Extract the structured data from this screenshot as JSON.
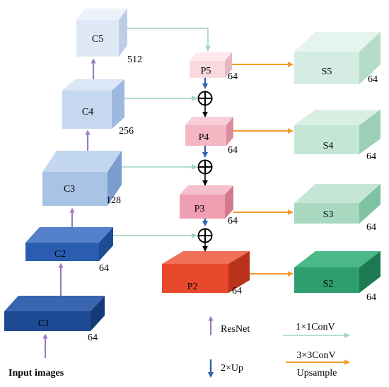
{
  "backbone": {
    "c1": {
      "label": "C1",
      "channels": "64",
      "color": "#1e4a94"
    },
    "c2": {
      "label": "C2",
      "channels": "64",
      "color": "#2a5db0"
    },
    "c3": {
      "label": "C3",
      "channels": "128",
      "color": "#a9c3e6"
    },
    "c4": {
      "label": "C4",
      "channels": "256",
      "color": "#c5d8ef"
    },
    "c5": {
      "label": "C5",
      "channels": "512",
      "color": "#dfe8f5"
    },
    "input_label": "Input images"
  },
  "pyramid": {
    "p5": {
      "label": "P5",
      "channels": "64",
      "color": "#f9d9df"
    },
    "p4": {
      "label": "P4",
      "channels": "64",
      "color": "#f4b6c3"
    },
    "p3": {
      "label": "P3",
      "channels": "64",
      "color": "#ef9fb1"
    },
    "p2": {
      "label": "P2",
      "channels": "64",
      "color": "#e8482c"
    }
  },
  "outputs": {
    "s5": {
      "label": "S5",
      "channels": "64",
      "color": "#d4ece1"
    },
    "s4": {
      "label": "S4",
      "channels": "64",
      "color": "#c3e6d5"
    },
    "s3": {
      "label": "S3",
      "channels": "64",
      "color": "#a9d9c1"
    },
    "s2": {
      "label": "S2",
      "channels": "64",
      "color": "#2e9e6e"
    }
  },
  "legend": {
    "resnet": "ResNet",
    "up": "2×Up",
    "conv1x1": "1×1ConV",
    "conv3x3": "3×3ConV",
    "upsample": "Upsample"
  },
  "colors": {
    "resnet_arrow": "#9b7bbf",
    "conv1x1_arrow": "#9fd6bf",
    "conv3x3_arrow": "#f39a2c",
    "up_arrow": "#2f63b3",
    "text": "#000000"
  }
}
